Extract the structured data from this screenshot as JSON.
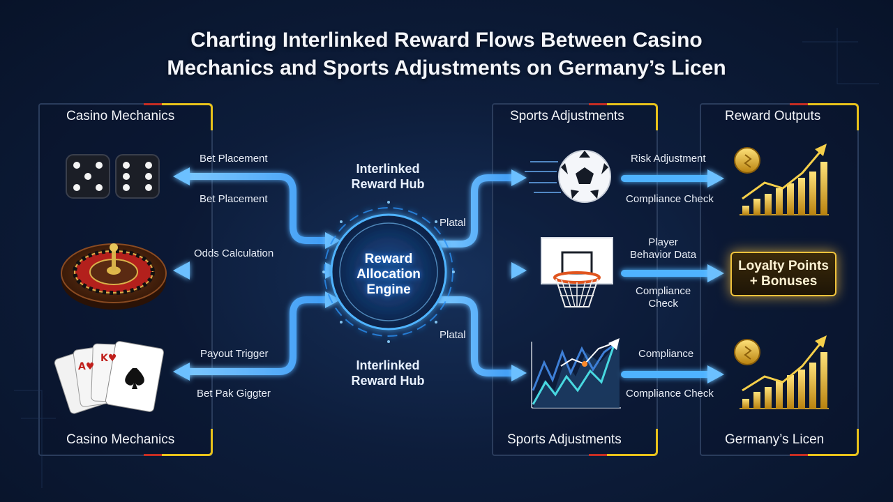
{
  "title": {
    "line1": "Charting Interlinked Reward Flows Between Casino",
    "line2": "Mechanics and Sports Adjustments on Germany’s Licen"
  },
  "casino_panel": {
    "header": "Casino Mechanics",
    "footer": "Casino Mechanics",
    "items": [
      "dice-icon",
      "roulette-icon",
      "playing-cards-icon"
    ]
  },
  "sports_panel": {
    "header": "Sports Adjustments",
    "footer": "Sports Adjustments",
    "items": [
      "soccer-ball-icon",
      "basketball-hoop-icon",
      "trend-chart-icon"
    ]
  },
  "reward_panel": {
    "header": "Reward Outputs",
    "footer": "Germany’s Licen",
    "loyalty_line1": "Loyalty Points",
    "loyalty_line2": "+ Bonuses"
  },
  "left_flows": {
    "top_upper": "Bet Placement",
    "top_lower": "Bet Placement",
    "middle": "Odds Calculation",
    "bottom_upper": "Payout Trigger",
    "bottom_lower": "Bet Pak Giggter"
  },
  "center": {
    "hub_top_line1": "Interlinked",
    "hub_top_line2": "Reward Hub",
    "hub_bottom_line1": "Interlinked",
    "hub_bottom_line2": "Reward Hub",
    "engine_line1": "Reward",
    "engine_line2": "Allocation",
    "engine_line3": "Engine",
    "platal_upper": "Platal",
    "platal_lower": "Platal"
  },
  "right_flows": {
    "top_upper": "Risk Adjustment",
    "top_lower": "Compliance Check",
    "middle_upper_line1": "Player",
    "middle_upper_line2": "Behavior Data",
    "middle_lower_line1": "Compliance",
    "middle_lower_line2": "Check",
    "bottom_upper": "Compliance",
    "bottom_lower": "Compliance Check"
  },
  "colors": {
    "background": "#0d1d3b",
    "flow_blue": "#4fb3ff",
    "accent_gold": "#e8c21a",
    "accent_red": "#c62d23",
    "panel_border": "#2a3c5c"
  }
}
